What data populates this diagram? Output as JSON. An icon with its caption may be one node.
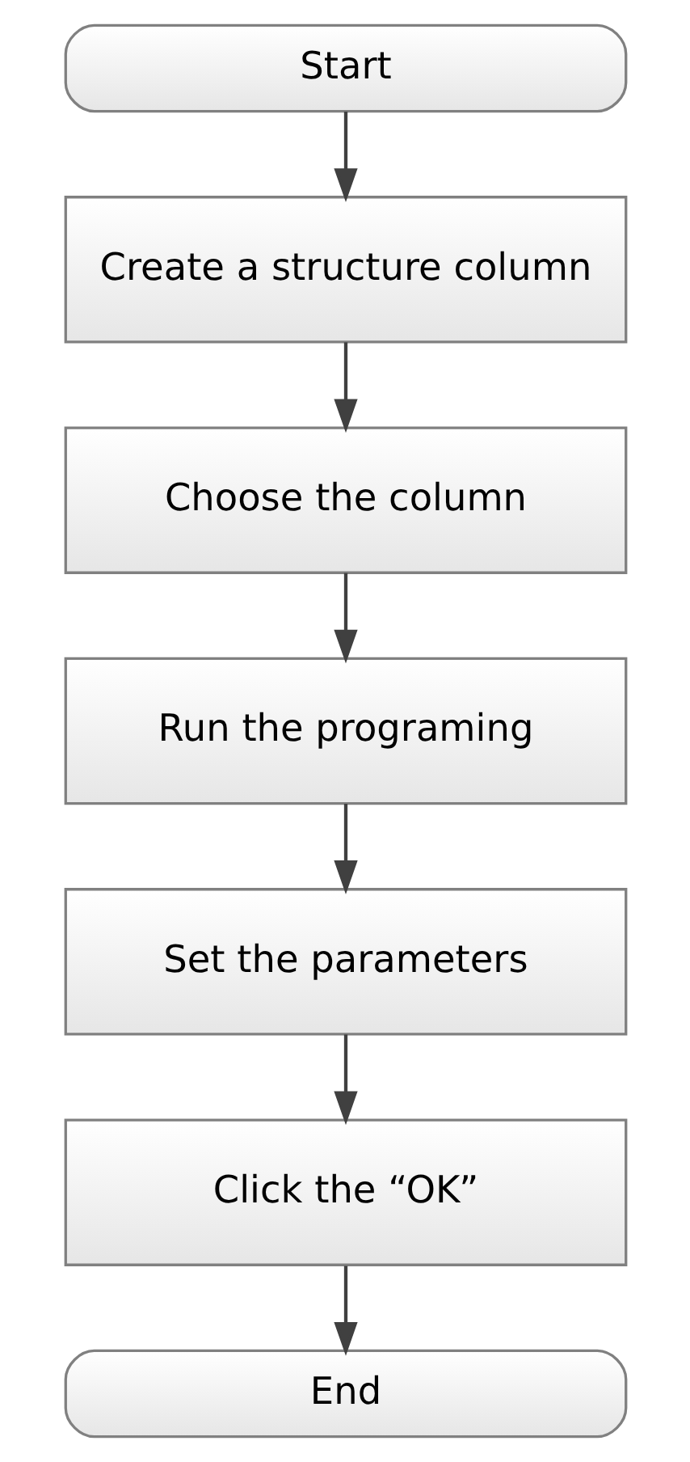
{
  "diagram": {
    "nodes": [
      {
        "text": [
          "Start"
        ]
      },
      {
        "text": [
          "Create a structure column"
        ]
      },
      {
        "text": [
          "Choose the column"
        ]
      },
      {
        "text": [
          "Run the programing"
        ]
      },
      {
        "text": [
          "Set the parameters"
        ]
      },
      {
        "text": [
          "Click the “OK”"
        ]
      },
      {
        "text": [
          "End"
        ]
      }
    ],
    "edges": [
      {
        "from": 0,
        "to": 1,
        "arrow": "to"
      },
      {
        "from": 1,
        "to": 2,
        "arrow": "to"
      },
      {
        "from": 2,
        "to": 3,
        "arrow": "to"
      },
      {
        "from": 3,
        "to": 4,
        "arrow": "to"
      },
      {
        "from": 4,
        "to": 5,
        "arrow": "to"
      },
      {
        "from": 5,
        "to": 6,
        "arrow": "to"
      }
    ]
  }
}
